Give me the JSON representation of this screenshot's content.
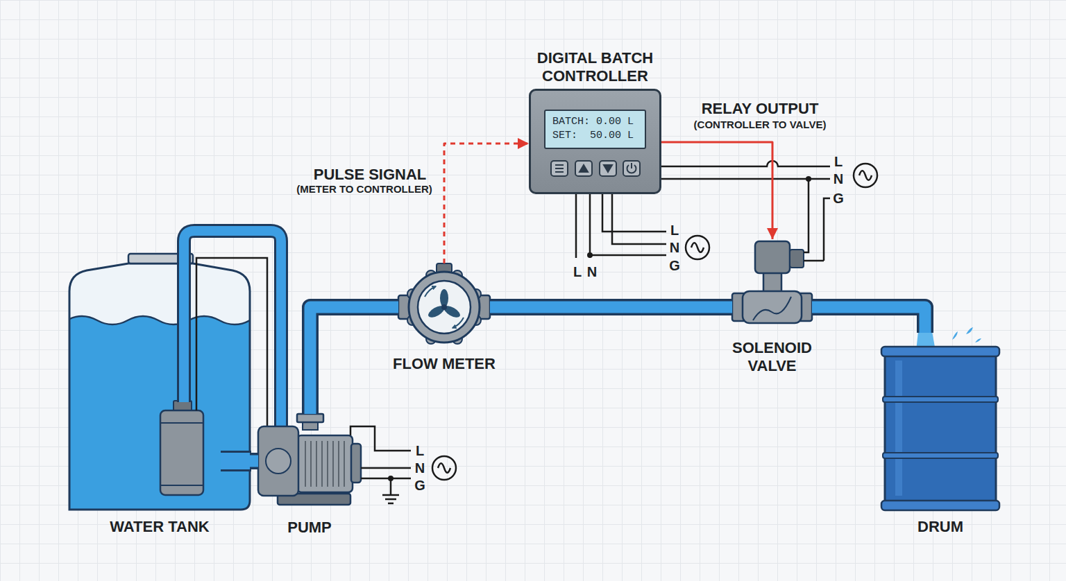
{
  "diagram": {
    "nodes": [
      {
        "text": [
          "DIGITAL BATCH CONTROLLER"
        ]
      },
      {
        "text": [
          "BATCH: 0.00 L",
          "SET:  50.00 L"
        ],
        "in": 0
      },
      {
        "text": [
          "FLOW METER"
        ]
      },
      {
        "text": [
          "SOLENOID VALVE"
        ]
      },
      {
        "text": [
          "WATER TANK"
        ]
      },
      {
        "text": [
          "PUMP"
        ]
      },
      {
        "text": [
          "DRUM"
        ]
      }
    ],
    "edges": [
      {
        "from": 4,
        "to": 5,
        "arrow": "none"
      },
      {
        "from": 5,
        "to": 2,
        "arrow": "none"
      },
      {
        "from": 2,
        "to": 3,
        "arrow": "none"
      },
      {
        "from": 3,
        "to": 6,
        "arrow": "none"
      },
      {
        "from": 2,
        "to": 0,
        "label": "PULSE SIGNAL",
        "arrow": "to"
      },
      {
        "from": 0,
        "to": 3,
        "label": "RELAY OUTPUT",
        "arrow": "to"
      }
    ],
    "labels": [
      "(METER TO CONTROLLER)",
      "(CONTROLLER TO VALVE)",
      "L",
      "N",
      "G",
      "L",
      "N",
      "G",
      "L",
      "N",
      "L",
      "N",
      "G"
    ]
  }
}
